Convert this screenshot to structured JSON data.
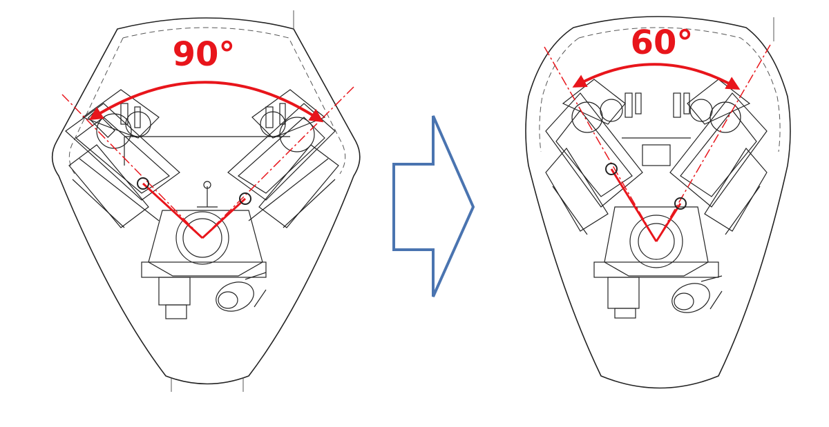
{
  "colors": {
    "angle_red": "#e8151b",
    "arrow_blue": "#4a74b0",
    "line_dark": "#222222",
    "line_gray": "#555555"
  },
  "left_engine": {
    "bank_angle_label": "90°",
    "bank_angle_deg": 90
  },
  "right_engine": {
    "bank_angle_label": "60°",
    "bank_angle_deg": 60
  },
  "transition_arrow": {
    "icon": "right-arrow-icon"
  }
}
